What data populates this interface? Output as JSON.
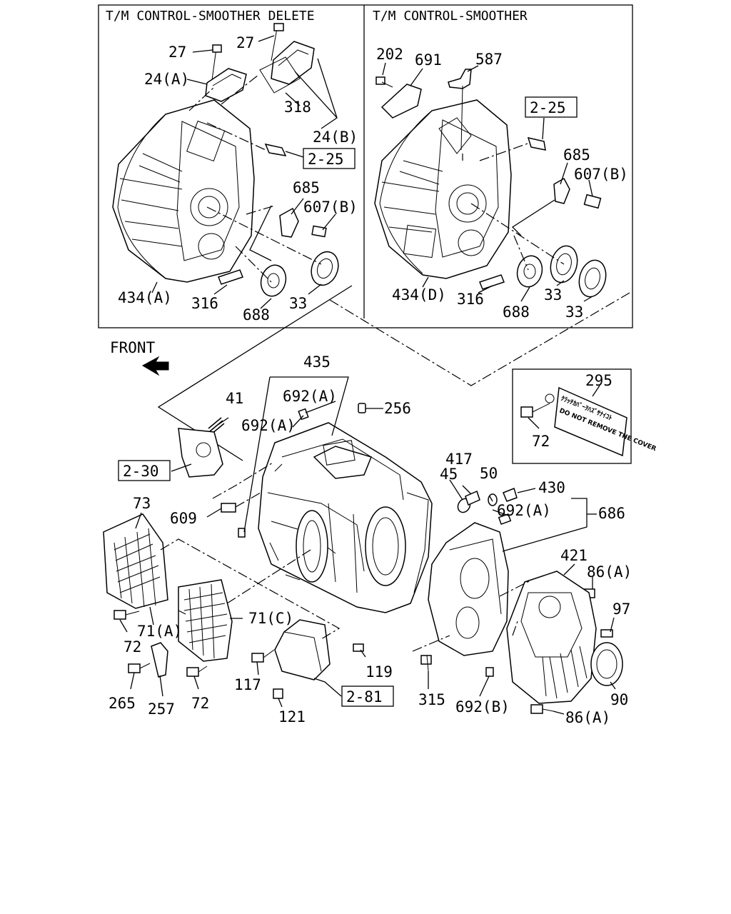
{
  "panels": {
    "left_title": "T/M CONTROL-SMOOTHER DELETE",
    "right_title": "T/M CONTROL-SMOOTHER"
  },
  "front_label": "FRONT",
  "warning_plate": {
    "line1": "ｸﾗｯﾁｶﾊﾞｰｦﾊｽﾞｻﾅｲｺﾄ",
    "line2": "DO NOT REMOVE THE COVER"
  },
  "left_panel_labels": [
    "27",
    "27",
    "24(A)",
    "318",
    "24(B)",
    "2-25",
    "685",
    "607(B)",
    "434(A)",
    "316",
    "688",
    "33"
  ],
  "right_panel_labels": [
    "202",
    "691",
    "587",
    "2-25",
    "685",
    "607(B)",
    "434(D)",
    "316",
    "688",
    "33",
    "33"
  ],
  "main_labels": [
    "435",
    "692(A)",
    "692(A)",
    "256",
    "41",
    "2-30",
    "609",
    "73",
    "71(A)",
    "72",
    "265",
    "257",
    "72",
    "71(C)",
    "117",
    "121",
    "2-81",
    "119",
    "295",
    "72",
    "45",
    "417",
    "50",
    "430",
    "692(A)",
    "686",
    "421",
    "86(A)",
    "97",
    "90",
    "86(A)",
    "692(B)",
    "315"
  ]
}
